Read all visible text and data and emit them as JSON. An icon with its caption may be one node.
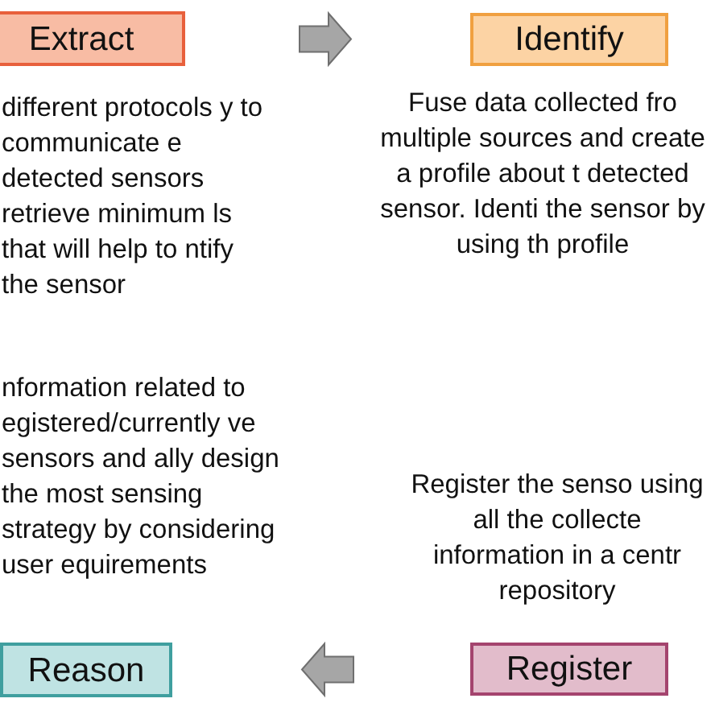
{
  "diagram": {
    "nodes": [
      {
        "text": [
          "Extract"
        ],
        "beside": [
          "different protocols y to communicate e detected sensors retrieve minimum ls that will help to ntify the sensor"
        ]
      },
      {
        "text": [
          "Identify"
        ],
        "beside": [
          "Fuse data collected fro multiple sources and create a profile about t detected sensor. Identi the sensor by using th profile"
        ]
      },
      {
        "text": [
          "Reason"
        ],
        "beside": [
          "nformation related to egistered/currently ve sensors and ally design the most sensing strategy by considering user equirements"
        ]
      },
      {
        "text": [
          "Register"
        ],
        "beside": [
          "Register the senso using all the collecte information in a centr repository"
        ]
      }
    ],
    "edges": [
      {
        "from": 0,
        "to": 1,
        "arrow": "to"
      },
      {
        "from": 3,
        "to": 2,
        "arrow": "to"
      }
    ]
  }
}
